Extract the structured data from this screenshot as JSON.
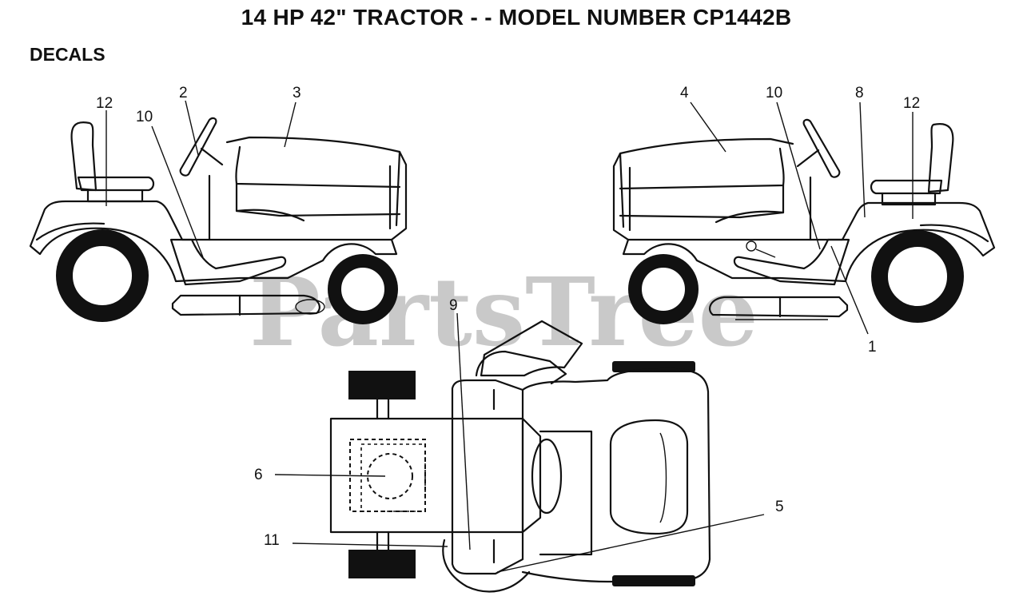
{
  "title": "14 HP 42\" TRACTOR - - MODEL NUMBER CP1442B",
  "subtitle": "DECALS",
  "watermark": "PartsTree",
  "callouts": {
    "left_view": {
      "c12": "12",
      "c10": "10",
      "c2": "2",
      "c3": "3"
    },
    "right_view": {
      "c4": "4",
      "c10": "10",
      "c8": "8",
      "c12": "12",
      "c1": "1"
    },
    "top_view": {
      "c9": "9",
      "c6": "6",
      "c5": "5",
      "c11": "11"
    }
  }
}
